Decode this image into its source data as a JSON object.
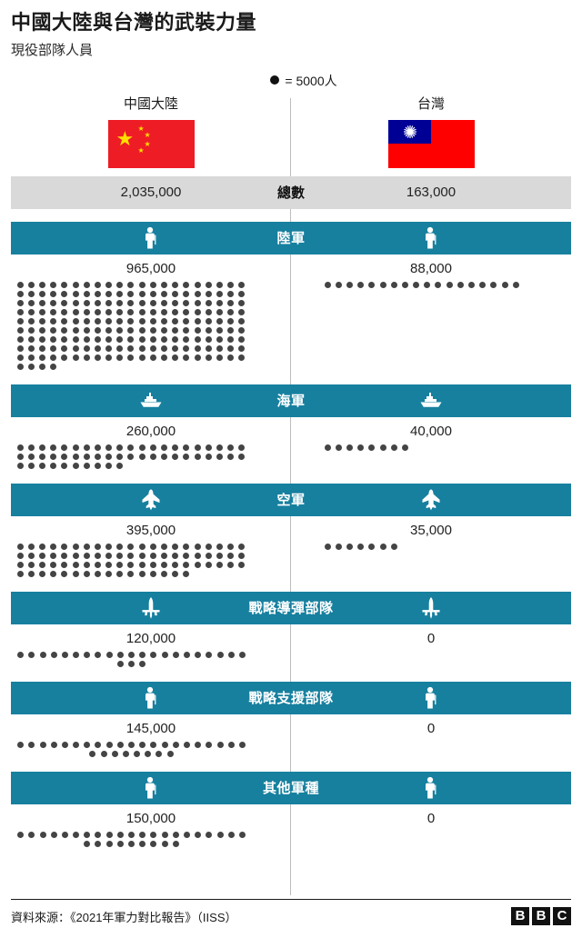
{
  "title": "中國大陸與台灣的武裝力量",
  "subtitle": "現役部隊人員",
  "legend": {
    "dot_icon": "black-dot",
    "text": "= 5000人",
    "unit_value": 5000
  },
  "countries": [
    {
      "name": "中國大陸",
      "flag_icon": "china-flag"
    },
    {
      "name": "台灣",
      "flag_icon": "taiwan-flag"
    }
  ],
  "total_row": {
    "label": "總數",
    "china": "2,035,000",
    "taiwan": "163,000"
  },
  "branches": [
    {
      "label": "陸軍",
      "icon": "soldier-icon",
      "china_value": "965,000",
      "taiwan_value": "88,000",
      "china_dots": 193,
      "taiwan_dots": 18
    },
    {
      "label": "海軍",
      "icon": "ship-icon",
      "china_value": "260,000",
      "taiwan_value": "40,000",
      "china_dots": 52,
      "taiwan_dots": 8
    },
    {
      "label": "空軍",
      "icon": "fighter-jet-icon",
      "china_value": "395,000",
      "taiwan_value": "35,000",
      "china_dots": 79,
      "taiwan_dots": 7
    },
    {
      "label": "戰略導彈部隊",
      "icon": "missile-icon",
      "china_value": "120,000",
      "taiwan_value": "0",
      "china_dots": 24,
      "taiwan_dots": 0
    },
    {
      "label": "戰略支援部隊",
      "icon": "soldier-icon",
      "china_value": "145,000",
      "taiwan_value": "0",
      "china_dots": 29,
      "taiwan_dots": 0
    },
    {
      "label": "其他軍種",
      "icon": "soldier-icon",
      "china_value": "150,000",
      "taiwan_value": "0",
      "china_dots": 30,
      "taiwan_dots": 0
    }
  ],
  "footer": {
    "source": "資料來源：《2021年軍力對比報告》（IISS）",
    "logo": [
      "B",
      "B",
      "C"
    ]
  },
  "colors": {
    "band_teal": "#17809f",
    "total_grey": "#d9d9d9",
    "dot_grey": "#444444",
    "china_flag_red": "#ee1c25",
    "taiwan_flag_red": "#fe0000",
    "taiwan_canton_blue": "#000095"
  },
  "chart_data": {
    "type": "bar",
    "title": "中國大陸與台灣的武裝力量",
    "subtitle": "現役部隊人員",
    "xlabel": "",
    "ylabel": "現役部隊人員",
    "unit_per_dot": 5000,
    "categories": [
      "總數",
      "陸軍",
      "海軍",
      "空軍",
      "戰略導彈部隊",
      "戰略支援部隊",
      "其他軍種"
    ],
    "series": [
      {
        "name": "中國大陸",
        "values": [
          2035000,
          965000,
          260000,
          395000,
          120000,
          145000,
          150000
        ]
      },
      {
        "name": "台灣",
        "values": [
          163000,
          88000,
          40000,
          35000,
          0,
          0,
          0
        ]
      }
    ],
    "annotations": [
      "● = 5000人"
    ],
    "source": "資料來源：《2021年軍力對比報告》（IISS）"
  }
}
